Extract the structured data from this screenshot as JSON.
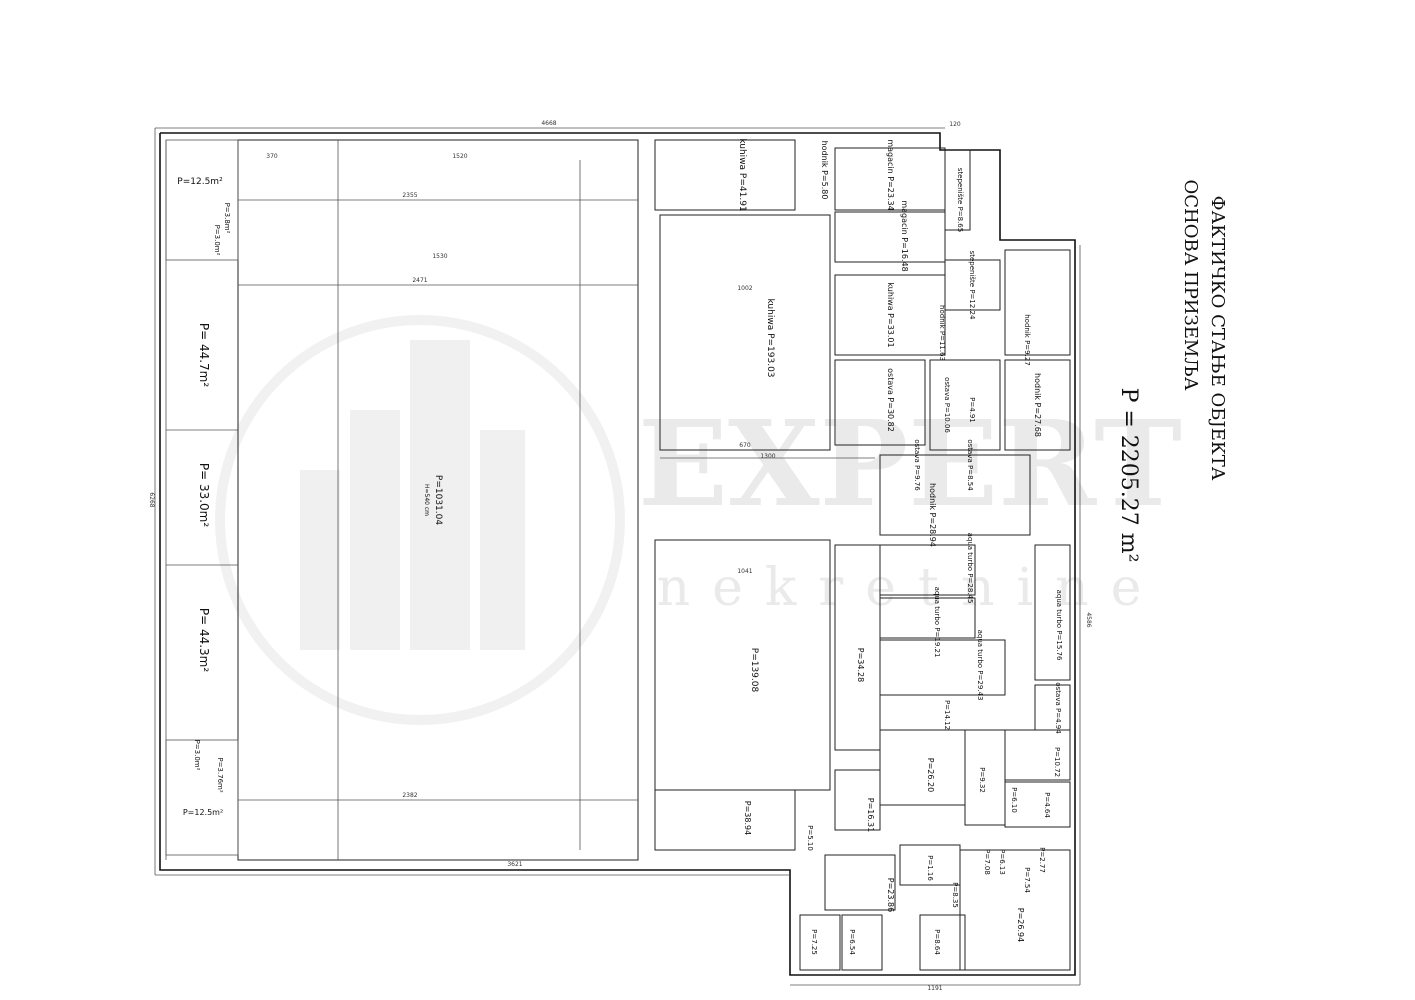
{
  "title": {
    "line1": "ФАКТИЧКО СТАЊЕ ОБЈЕКТА",
    "line2": "ОСНОВА ПРИЗЕМЉА",
    "area": "P = 2205.27 m²"
  },
  "watermark": {
    "brand": "EXPERT",
    "sub": "nekretnine"
  },
  "dimensions": {
    "top": "4668",
    "top_right": "120",
    "left": "6268",
    "bottom": "3621",
    "bottom_right": "1191",
    "right": "4586",
    "d1": "1520",
    "d2": "2355",
    "d3": "1530",
    "d4": "2471",
    "d5": "2382",
    "d6": "1002",
    "d7": "1041",
    "d8": "1300",
    "d9": "670",
    "d10": "370"
  },
  "rooms": [
    {
      "label": "P=12.5m²"
    },
    {
      "label": "P=3.8m²"
    },
    {
      "label": "P=3.0m²"
    },
    {
      "label": "P= 44.7m²"
    },
    {
      "label": "P= 33.0m²"
    },
    {
      "label": "P= 44.3m²"
    },
    {
      "label": "P=3.0m²"
    },
    {
      "label": "P=3.76m²"
    },
    {
      "label": "P=12.5m²"
    },
    {
      "label": "P=1031.04"
    },
    {
      "label": "H=540 cm"
    },
    {
      "label": "kuhiwa P=41.91"
    },
    {
      "label": "hodnik P=5.80"
    },
    {
      "label": "magacin P=23.34"
    },
    {
      "label": "magacin P=16.48"
    },
    {
      "label": "kuhiwa P=193.03"
    },
    {
      "label": "kuhiwa P=33.01"
    },
    {
      "label": "ostava P=30.82"
    },
    {
      "label": "hodnik P=11.63"
    },
    {
      "label": "ostava P=10.06"
    },
    {
      "label": "P=4.91"
    },
    {
      "label": "stepenište P=8.65"
    },
    {
      "label": "stepenište P=12.24"
    },
    {
      "label": "hodnik P=9.27"
    },
    {
      "label": "hodnik P=27.68"
    },
    {
      "label": "ostava P=9.76"
    },
    {
      "label": "ostava P=8.54"
    },
    {
      "label": "hodnik P=28.94"
    },
    {
      "label": "P=139.08"
    },
    {
      "label": "P=34.28"
    },
    {
      "label": "aqua turbo P=28.45"
    },
    {
      "label": "aqua turbo P=19.21"
    },
    {
      "label": "aqua turbo P=29.43"
    },
    {
      "label": "aqua turbo P=15.76"
    },
    {
      "label": "ostava P=4.94"
    },
    {
      "label": "P=14.12"
    },
    {
      "label": "P=10.72"
    },
    {
      "label": "P=26.20"
    },
    {
      "label": "P=9.32"
    },
    {
      "label": "P=6.10"
    },
    {
      "label": "P=4.64"
    },
    {
      "label": "P=38.94"
    },
    {
      "label": "P=16.31"
    },
    {
      "label": "P=5.10"
    },
    {
      "label": "P=1.16"
    },
    {
      "label": "P=7.08"
    },
    {
      "label": "P=6.13"
    },
    {
      "label": "P=2.77"
    },
    {
      "label": "P=7.54"
    },
    {
      "label": "P=23.86"
    },
    {
      "label": "P=8.35"
    },
    {
      "label": "P=26.94"
    },
    {
      "label": "P=7.25"
    },
    {
      "label": "P=6.54"
    },
    {
      "label": "P=8.64"
    }
  ]
}
